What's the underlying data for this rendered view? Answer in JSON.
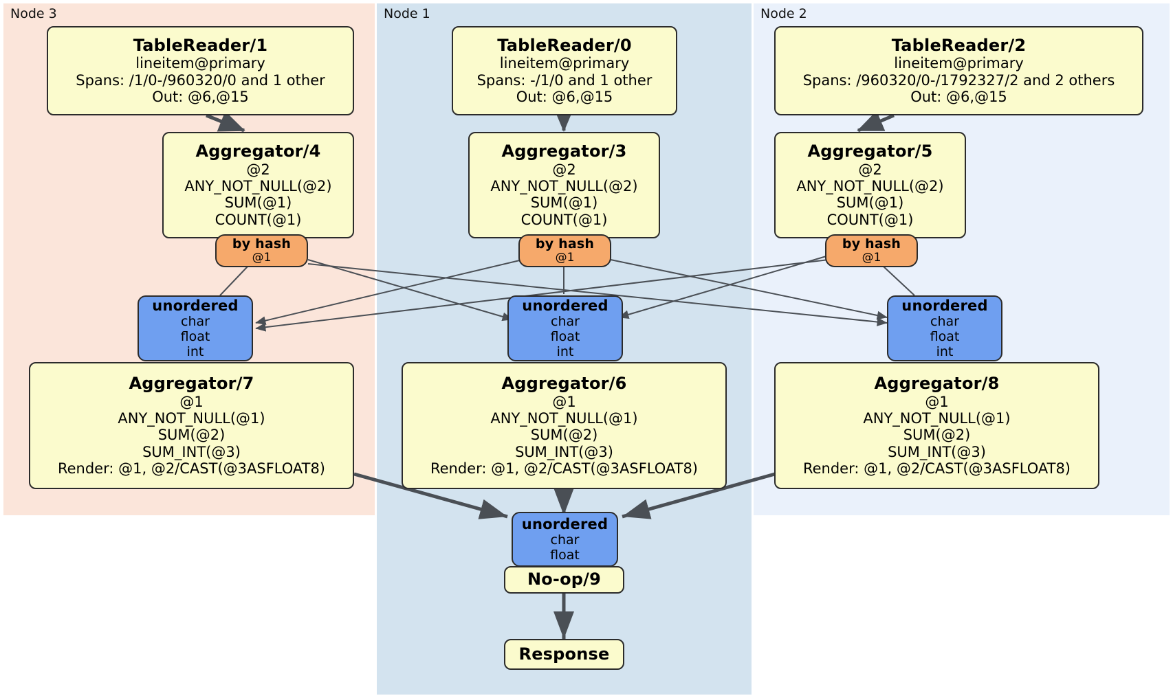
{
  "diagram": {
    "type": "distsql-physical-plan",
    "background": "#ffffff",
    "colors": {
      "processor_fill": "#fbfbcd",
      "router_fill": "#f6a96b",
      "sync_fill": "#6f9ff0",
      "node3_fill": "#fbe5da",
      "node1_fill": "#d3e3ef",
      "node2_fill": "#eaf1fb",
      "edge": "#4a4f55",
      "stroke": "#2b2b2b"
    }
  },
  "regions": [
    {
      "id": "node3",
      "label": "Node 3",
      "fill": "#fbe5da"
    },
    {
      "id": "node1",
      "label": "Node 1",
      "fill": "#d3e3ef"
    },
    {
      "id": "node2",
      "label": "Node 2",
      "fill": "#eaf1fb"
    }
  ],
  "nodes": {
    "tablereader1": {
      "title": "TableReader/1",
      "lines": [
        "lineitem@primary",
        "Spans: /1/0-/960320/0 and 1 other",
        "Out: @6,@15"
      ]
    },
    "tablereader0": {
      "title": "TableReader/0",
      "lines": [
        "lineitem@primary",
        "Spans: -/1/0 and 1 other",
        "Out: @6,@15"
      ]
    },
    "tablereader2": {
      "title": "TableReader/2",
      "lines": [
        "lineitem@primary",
        "Spans: /960320/0-/1792327/2 and 2 others",
        "Out: @6,@15"
      ]
    },
    "aggregator4": {
      "title": "Aggregator/4",
      "lines": [
        "@2",
        "ANY_NOT_NULL(@2)",
        "SUM(@1)",
        "COUNT(@1)"
      ]
    },
    "aggregator3": {
      "title": "Aggregator/3",
      "lines": [
        "@2",
        "ANY_NOT_NULL(@2)",
        "SUM(@1)",
        "COUNT(@1)"
      ]
    },
    "aggregator5": {
      "title": "Aggregator/5",
      "lines": [
        "@2",
        "ANY_NOT_NULL(@2)",
        "SUM(@1)",
        "COUNT(@1)"
      ]
    },
    "byhash_left": {
      "title": "by hash",
      "lines": [
        "@1"
      ]
    },
    "byhash_mid": {
      "title": "by hash",
      "lines": [
        "@1"
      ]
    },
    "byhash_right": {
      "title": "by hash",
      "lines": [
        "@1"
      ]
    },
    "unordered_left": {
      "title": "unordered",
      "lines": [
        "char",
        "float",
        "int"
      ]
    },
    "unordered_mid": {
      "title": "unordered",
      "lines": [
        "char",
        "float",
        "int"
      ]
    },
    "unordered_right": {
      "title": "unordered",
      "lines": [
        "char",
        "float",
        "int"
      ]
    },
    "aggregator7": {
      "title": "Aggregator/7",
      "lines": [
        "@1",
        "ANY_NOT_NULL(@1)",
        "SUM(@2)",
        "SUM_INT(@3)",
        "Render: @1, @2/CAST(@3ASFLOAT8)"
      ]
    },
    "aggregator6": {
      "title": "Aggregator/6",
      "lines": [
        "@1",
        "ANY_NOT_NULL(@1)",
        "SUM(@2)",
        "SUM_INT(@3)",
        "Render: @1, @2/CAST(@3ASFLOAT8)"
      ]
    },
    "aggregator8": {
      "title": "Aggregator/8",
      "lines": [
        "@1",
        "ANY_NOT_NULL(@1)",
        "SUM(@2)",
        "SUM_INT(@3)",
        "Render: @1, @2/CAST(@3ASFLOAT8)"
      ]
    },
    "unordered_final": {
      "title": "unordered",
      "lines": [
        "char",
        "float"
      ]
    },
    "noop9": {
      "title": "No-op/9",
      "lines": []
    },
    "response": {
      "title": "Response",
      "lines": []
    }
  }
}
